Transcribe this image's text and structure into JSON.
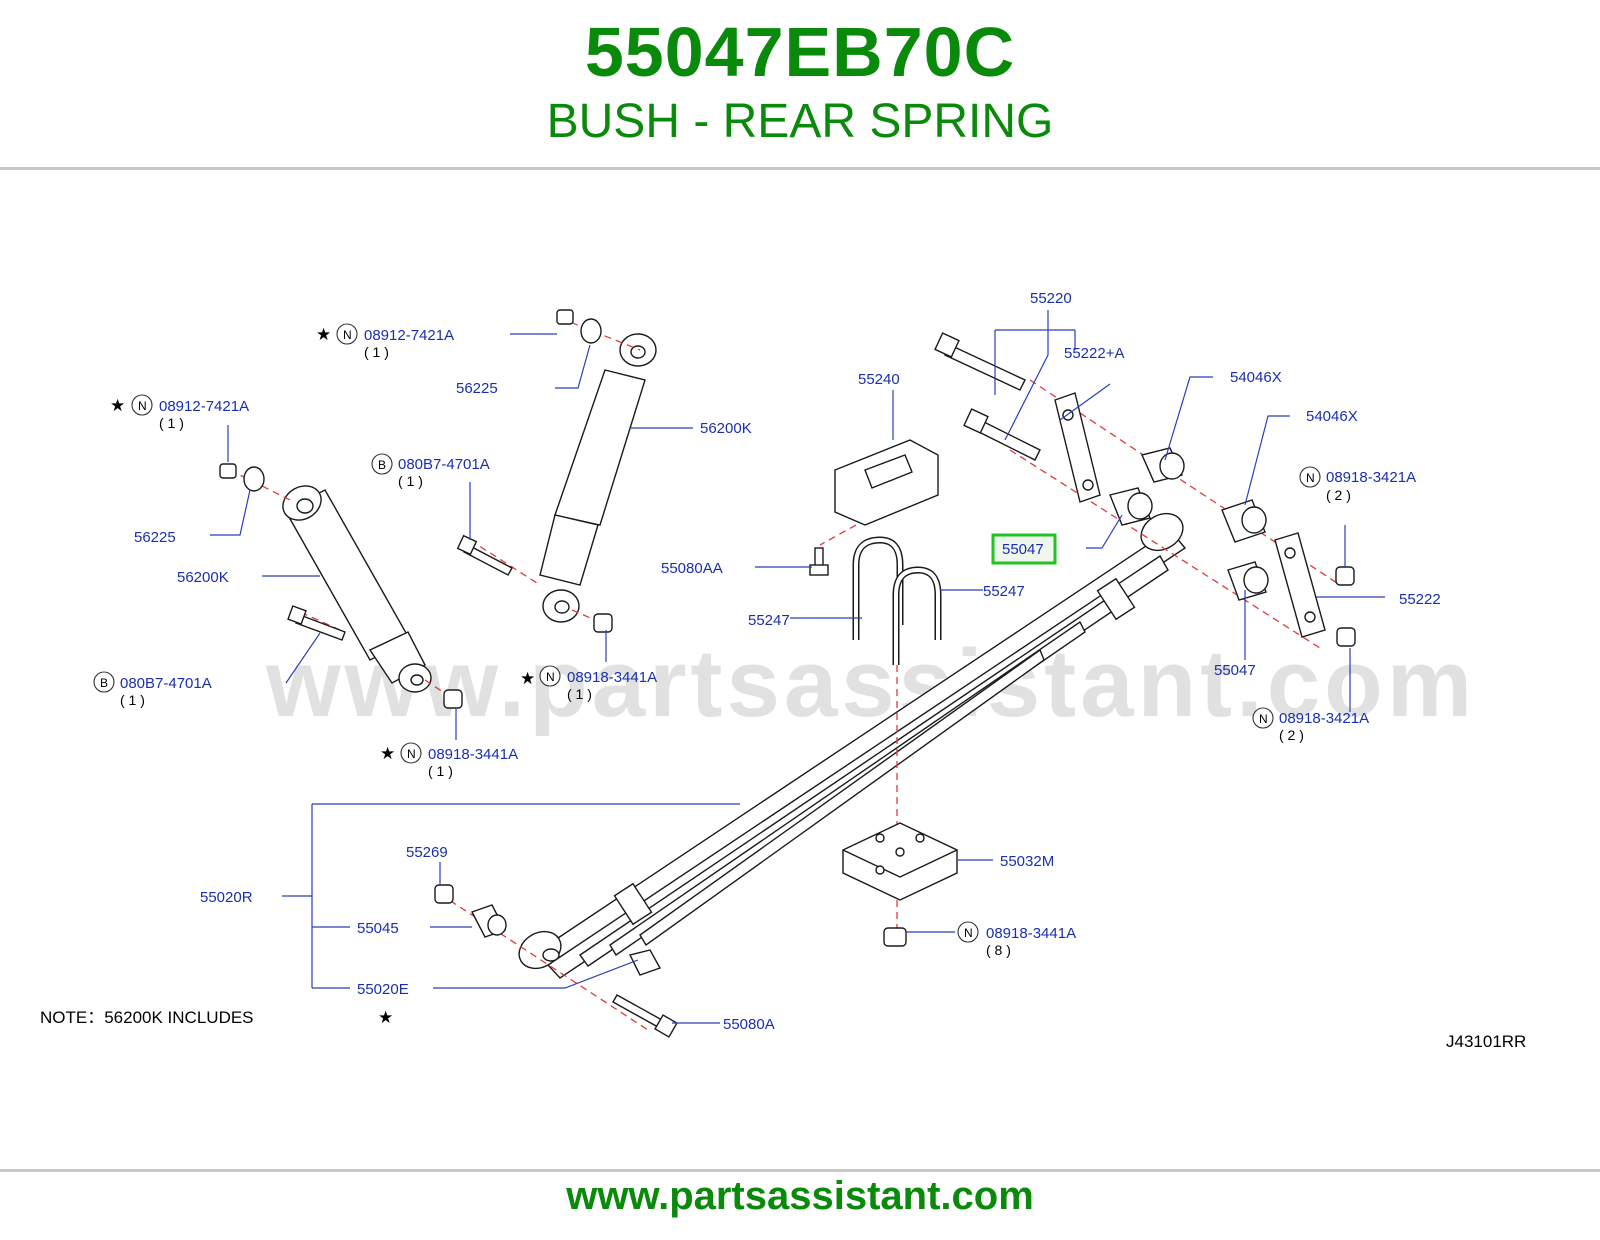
{
  "header": {
    "part_number": "55047EB70C",
    "part_name": "BUSH - REAR SPRING"
  },
  "watermark": "www.partsassistant.com",
  "footer": {
    "url": "www.partsassistant.com"
  },
  "colors": {
    "brand_green": "#0a8a0a",
    "label_blue": "#1a2fb0",
    "highlight": "#22c422",
    "dash_red": "#e23a3a"
  },
  "diagram": {
    "code": "J43101RR",
    "note": {
      "text": "NOTE：56200K   INCLUDES",
      "symbol": "★"
    },
    "labels": {
      "l55220": "55220",
      "l55222A": "55222+A",
      "l54046X_1": "54046X",
      "l54046X_2": "54046X",
      "l55240": "55240",
      "l55047_hl": "55047",
      "l55047": "55047",
      "l55080AA": "55080AA",
      "l55247_1": "55247",
      "l55247_2": "55247",
      "l55222": "55222",
      "l56225_1": "56225",
      "l56225_2": "56225",
      "l56200K_1": "56200K",
      "l56200K_2": "56200K",
      "l08912_1": "08912-7421A",
      "l08912_2": "08912-7421A",
      "l080B7_1": "080B7-4701A",
      "l080B7_2": "080B7-4701A",
      "l08918_3441_1": "08918-3441A",
      "l08918_3441_2": "08918-3441A",
      "l08918_3441_3": "08918-3441A",
      "l08918_3421_1": "08918-3421A",
      "l08918_3421_2": "08918-3421A",
      "l55032M": "55032M",
      "l55269": "55269",
      "l55020R": "55020R",
      "l55045": "55045",
      "l55020E": "55020E",
      "l55080A": "55080A"
    },
    "qty": {
      "q1": "( 1 )",
      "q2": "( 1 )",
      "q3": "( 1 )",
      "q4": "( 1 )",
      "q5": "( 1 )",
      "q6": "( 1 )",
      "q7": "( 2 )",
      "q8": "( 2 )",
      "q9": "( 8 )"
    },
    "badges": {
      "n": "N",
      "b": "B",
      "star": "★"
    }
  }
}
